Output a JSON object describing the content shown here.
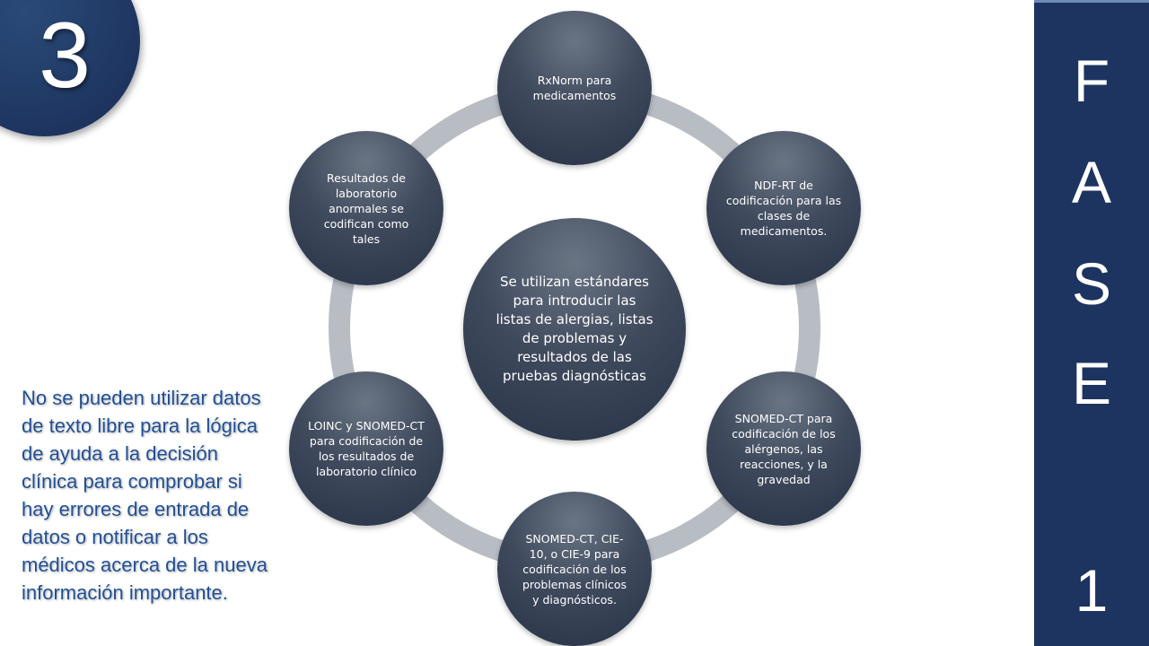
{
  "slide": {
    "step_number": "3",
    "side_letters": [
      "F",
      "A",
      "S",
      "E",
      "1"
    ],
    "note": "No se pueden utilizar datos de texto libre para la lógica de ayuda a la decisión clínica  para comprobar si hay errores de entrada de datos o notificar a los médicos acerca de la nueva información importante."
  },
  "diagram": {
    "center": "Se utilizan estándares para introducir las listas de alergias, listas de problemas y resultados de las pruebas diagnósticas",
    "nodes": [
      "RxNorm para medicamentos",
      "NDF-RT de codificación para las clases de medicamentos.",
      "SNOMED-CT  para codificación de los alérgenos, las reacciones, y la gravedad",
      "SNOMED-CT, CIE-10, o  CIE-9 para codificación de los problemas clínicos y diagnósticos.",
      "LOINC y SNOMED-CT para codificación de los resultados de laboratorio clínico",
      "Resultados de laboratorio anormales se codifican como tales"
    ],
    "colors": {
      "node": "#3f4a5d",
      "ring": "#b8bcc3",
      "bar": "#1d3461",
      "note_text": "#1f4e92"
    }
  }
}
